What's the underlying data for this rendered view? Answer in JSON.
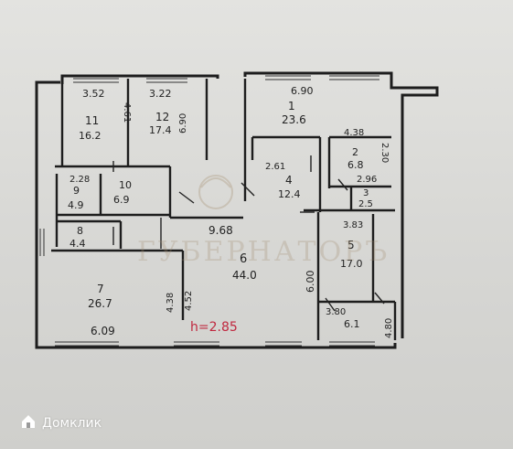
{
  "watermark": "ГУБЕРНАТОРЪ",
  "ceiling_height": "h=2.85",
  "brand": {
    "name": "Домклик",
    "icon": "home-icon"
  },
  "rooms": [
    {
      "number": "11",
      "area": "16.2",
      "width": "3.52",
      "depth": "4.61"
    },
    {
      "number": "12",
      "area": "17.4",
      "width": "3.22"
    },
    {
      "number": "1",
      "area": "23.6",
      "width": "6.90"
    },
    {
      "number": "2",
      "area": "6.8",
      "width": "2.96",
      "depth": "2.30"
    },
    {
      "number": "3",
      "area": "2.5"
    },
    {
      "number": "4",
      "area": "12.4",
      "width": "2.61"
    },
    {
      "number": "5",
      "area": "17.0",
      "width": "3.83"
    },
    {
      "number": "6",
      "area": "44.0",
      "width": "9.68"
    },
    {
      "number": "7",
      "area": "26.7",
      "width": "6.09"
    },
    {
      "number": "8",
      "area": "4.4"
    },
    {
      "number": "9",
      "area": "4.9",
      "width": "2.28"
    },
    {
      "number": "10",
      "area": "6.9"
    }
  ],
  "extra_dimensions": [
    "6.90",
    "4.38",
    "6.00",
    "4.38",
    "4.52",
    "3.80",
    "6.1",
    "4.80"
  ]
}
